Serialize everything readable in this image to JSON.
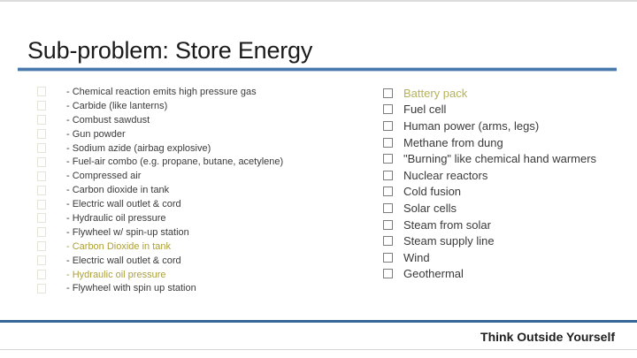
{
  "slide": {
    "title": "Sub-problem: Store Energy",
    "footer": "Think Outside Yourself"
  },
  "colors": {
    "title_underline": "#4a7aab",
    "footer_line": "#36659a",
    "olive_left": "#ab9f3c",
    "olive_right": "#b5b25c",
    "body_text": "#3a3a3a"
  },
  "left_list": {
    "items": [
      {
        "text": "- Chemical reaction emits high pressure gas",
        "highlight": false
      },
      {
        "text": "- Carbide (like lanterns)",
        "highlight": false
      },
      {
        "text": "- Combust sawdust",
        "highlight": false
      },
      {
        "text": "- Gun powder",
        "highlight": false
      },
      {
        "text": "- Sodium azide (airbag explosive)",
        "highlight": false
      },
      {
        "text": "- Fuel-air combo (e.g. propane, butane, acetylene)",
        "highlight": false
      },
      {
        "text": "- Compressed air",
        "highlight": false
      },
      {
        "text": "- Carbon dioxide in tank",
        "highlight": false
      },
      {
        "text": "- Electric wall outlet & cord",
        "highlight": false
      },
      {
        "text": "- Hydraulic oil pressure",
        "highlight": false
      },
      {
        "text": "- Flywheel w/ spin-up station",
        "highlight": false
      },
      {
        "text": "- Carbon Dioxide in tank",
        "highlight": true
      },
      {
        "text": "- Electric wall outlet & cord",
        "highlight": false
      },
      {
        "text": "- Hydraulic oil pressure",
        "highlight": true
      },
      {
        "text": "- Flywheel with spin up station",
        "highlight": false
      }
    ]
  },
  "right_list": {
    "items": [
      {
        "text": "Battery pack",
        "highlight": true
      },
      {
        "text": "Fuel cell",
        "highlight": false
      },
      {
        "text": "Human power (arms, legs)",
        "highlight": false
      },
      {
        "text": "Methane from dung",
        "highlight": false
      },
      {
        "text": "\"Burning\" like chemical hand warmers",
        "highlight": false
      },
      {
        "text": "Nuclear reactors",
        "highlight": false
      },
      {
        "text": "Cold fusion",
        "highlight": false
      },
      {
        "text": "Solar cells",
        "highlight": false
      },
      {
        "text": "Steam from solar",
        "highlight": false
      },
      {
        "text": "Steam supply line",
        "highlight": false
      },
      {
        "text": "Wind",
        "highlight": false
      },
      {
        "text": "Geothermal",
        "highlight": false
      }
    ]
  }
}
